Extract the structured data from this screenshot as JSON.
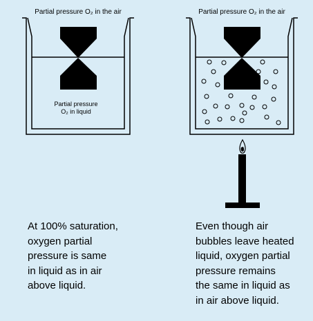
{
  "left_panel": {
    "air_label": "Partial pressure O₂ in the air",
    "liquid_label_line1": "Partial pressure",
    "liquid_label_line2": "O₂ in liquid",
    "caption": "At 100% saturation,\noxygen partial\npressure is same\nin liquid as in air\nabove liquid."
  },
  "right_panel": {
    "air_label": "Partial pressure O₂ in the air",
    "caption": "Even though air\nbubbles leave heated\nliquid, oxygen partial\npressure remains\nthe same in liquid as\nin air above liquid."
  },
  "colors": {
    "background": "#d9ecf6",
    "stroke": "#000000",
    "container_fill": "#d9ecf6",
    "arrow_fill": "#000000"
  },
  "icons": {
    "arrow": "double-triangle-pressure-arrow",
    "bubble": "air-bubble-icon",
    "burner": "bunsen-burner-icon",
    "flame": "flame-icon"
  }
}
